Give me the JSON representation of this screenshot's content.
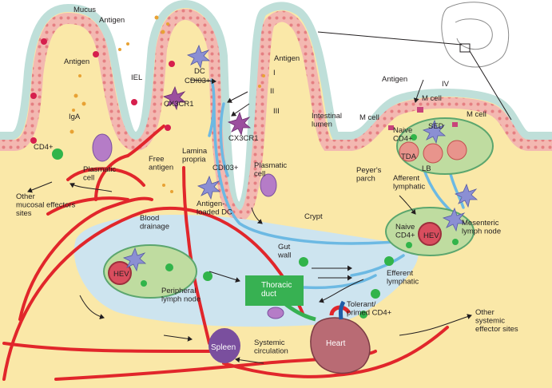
{
  "labels": {
    "mucus": "Mucus",
    "antigen_top": "Antigen",
    "antigen_villus": "Antigen",
    "iel": "IEL",
    "dc": "DC",
    "cd103_top": "CDI03+",
    "cx3cr1_left": "CX3CR1",
    "iga": "IgA",
    "cd4_left": "CD4+",
    "plasmatic_cell_left": "Plasmatic\ncell",
    "free_antigen": "Free\nantigen",
    "lamina_propria": "Lamina\npropria",
    "antigen_right": "Antigen",
    "route_i": "I",
    "route_ii": "II",
    "route_iii": "III",
    "cx3cr1_mid": "CX3CR1",
    "intestinal_lumen": "Intestinal\nlumen",
    "antigen_pp": "Antigen",
    "route_iv": "IV",
    "m_cell_top": "M cell",
    "m_cell_left": "M cell",
    "m_cell_right": "M cell",
    "naive_cd4_pp": "Naive\nCD4+",
    "sed": "SED",
    "tda": "TDA",
    "lb": "LB",
    "peyers_patch": "Peyer's\nparch",
    "afferent_lymphatic": "Afferent\nlymphatic",
    "other_mucosal": "Other\nmucosal effectors\nsites",
    "cd103_mid": "CDI03+",
    "plasmatic_cell_mid": "Plasmatic\ncell",
    "antigen_loaded_dc": "Antigen-\nloaded DC",
    "crypt": "Crypt",
    "blood_drainage": "Blood\ndrainage",
    "gut_wall": "Gut\nwall",
    "naive_cd4_mln": "Naive\nCD4+",
    "hev_mln": "HEV",
    "mesenteric_ln": "Mesenteric\nlymph node",
    "efferent_lymphatic": "Efferent\nlymphatic",
    "hev_pln": "HEV",
    "peripheral_ln": "Peripheral\nlymph node",
    "thoracic_duct": "Thoracic\nduct",
    "tolerant_cd4": "Tolerant/\nprimed CD4+",
    "other_systemic": "Other\nsystemic\neffector sites",
    "spleen": "Spleen",
    "systemic_circulation": "Systemic\ncirculation",
    "heart": "Heart"
  },
  "colors": {
    "lamina_propria": "#fae8a8",
    "epithelium": "#f3b8b1",
    "mucus_layer": "#bfdfd9",
    "lymph_region": "#cde4ef",
    "lymph_node": "#bfdca0",
    "lymph_node_stroke": "#5ba66e",
    "lymph_vessel": "#6cb9e3",
    "blood_vessel": "#e1262b",
    "thoracic_duct": "#37b152",
    "cd4_cell": "#31b44a",
    "plasma_cell": "#b57cc7",
    "hev": "#d94d5e",
    "spleen": "#7a4f9e",
    "heart": "#b96b74",
    "antigen": "#e8a234"
  }
}
